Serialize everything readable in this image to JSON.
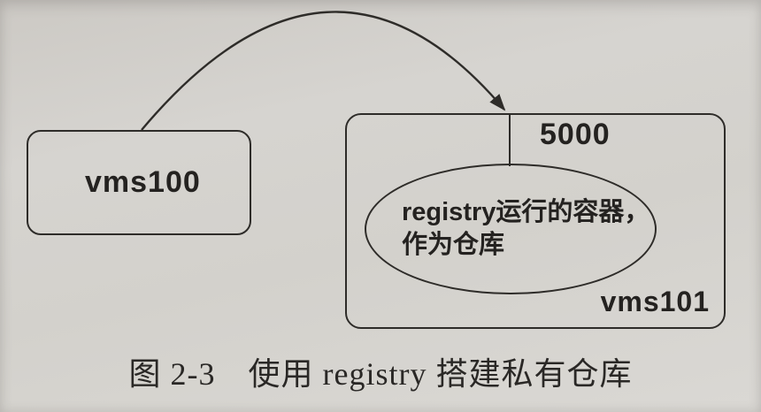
{
  "diagram": {
    "client_box": {
      "label": "vms100"
    },
    "server_box": {
      "label": "vms101",
      "port_label": "5000",
      "container": {
        "line1": "registry运行的容器，",
        "line2": "作为仓库"
      }
    }
  },
  "caption": {
    "text": "图 2-3　使用 registry 搭建私有仓库"
  },
  "colors": {
    "paper": "#d5d3cf",
    "ink": "#2e2c29",
    "text": "#242220"
  }
}
